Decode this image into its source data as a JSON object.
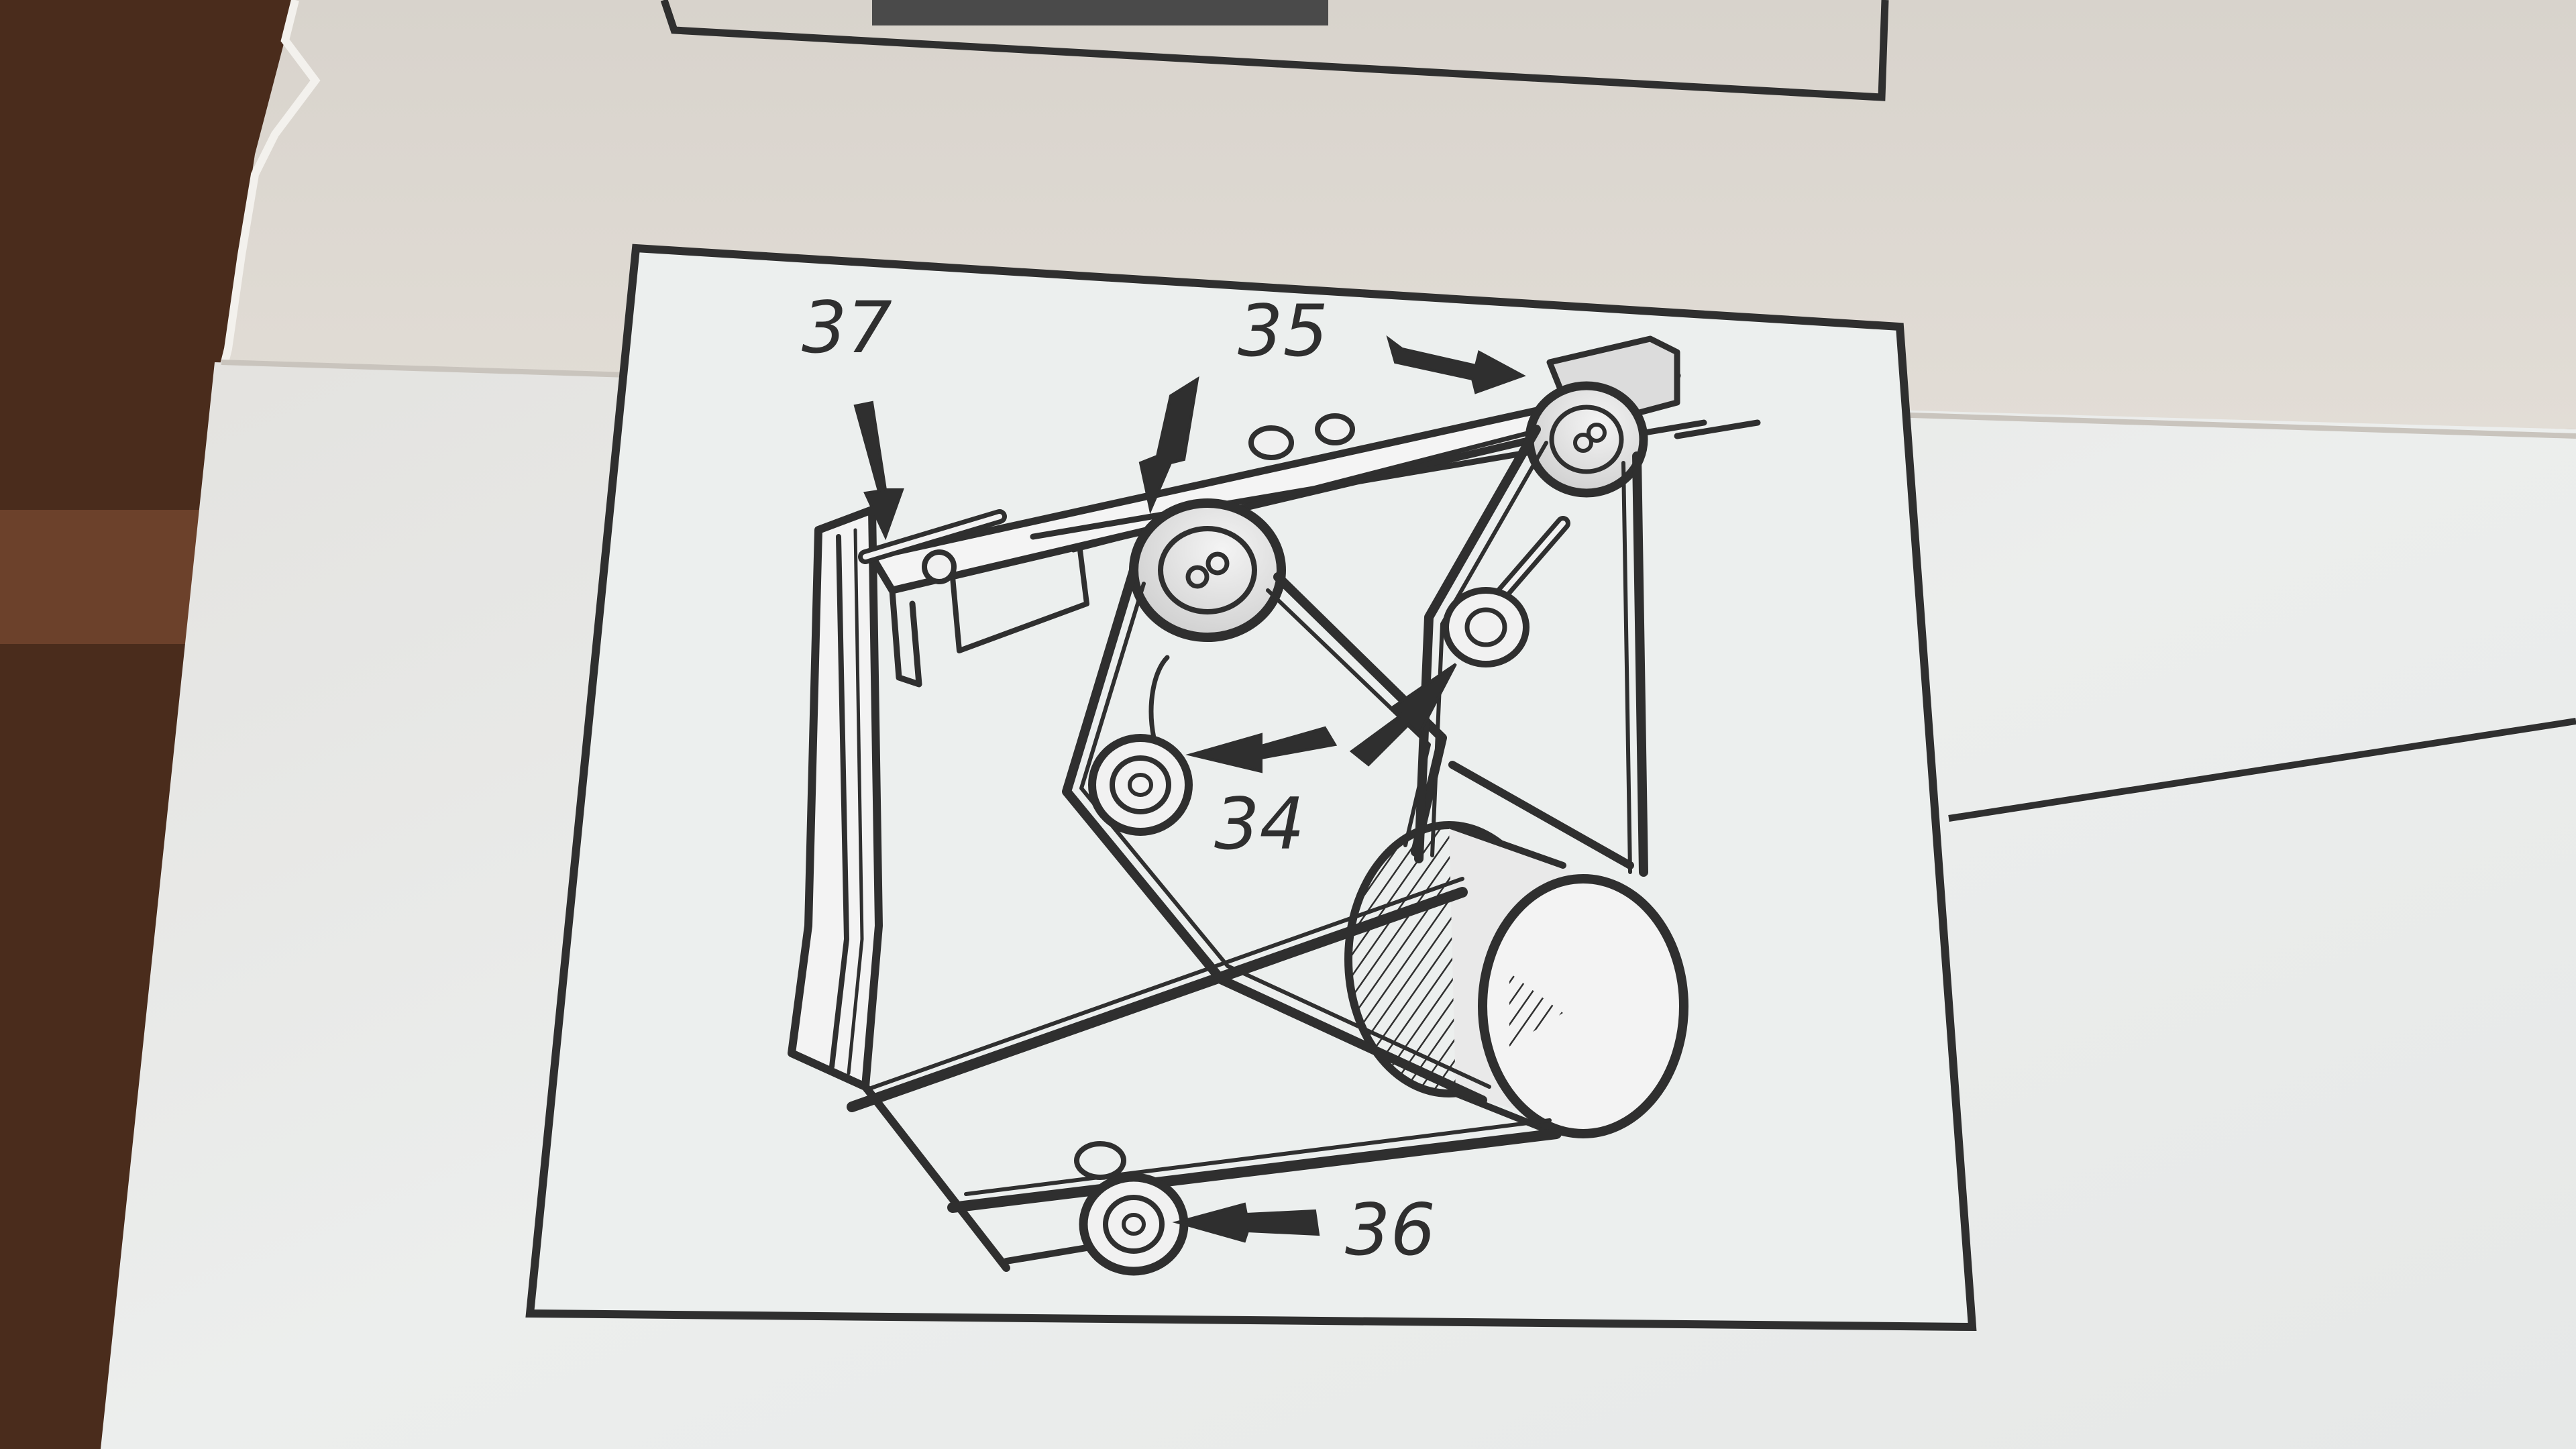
{
  "diagram": {
    "callouts": [
      {
        "id": "37",
        "text": "37"
      },
      {
        "id": "35",
        "text": "35"
      },
      {
        "id": "34",
        "text": "34"
      },
      {
        "id": "36",
        "text": "36"
      }
    ]
  },
  "colors": {
    "ink": "#2f2f2f",
    "paper": "#e9ebea",
    "paper_shadow": "#dcd8d2",
    "table": "#4a2c1c",
    "table_light": "#7a4a32"
  }
}
